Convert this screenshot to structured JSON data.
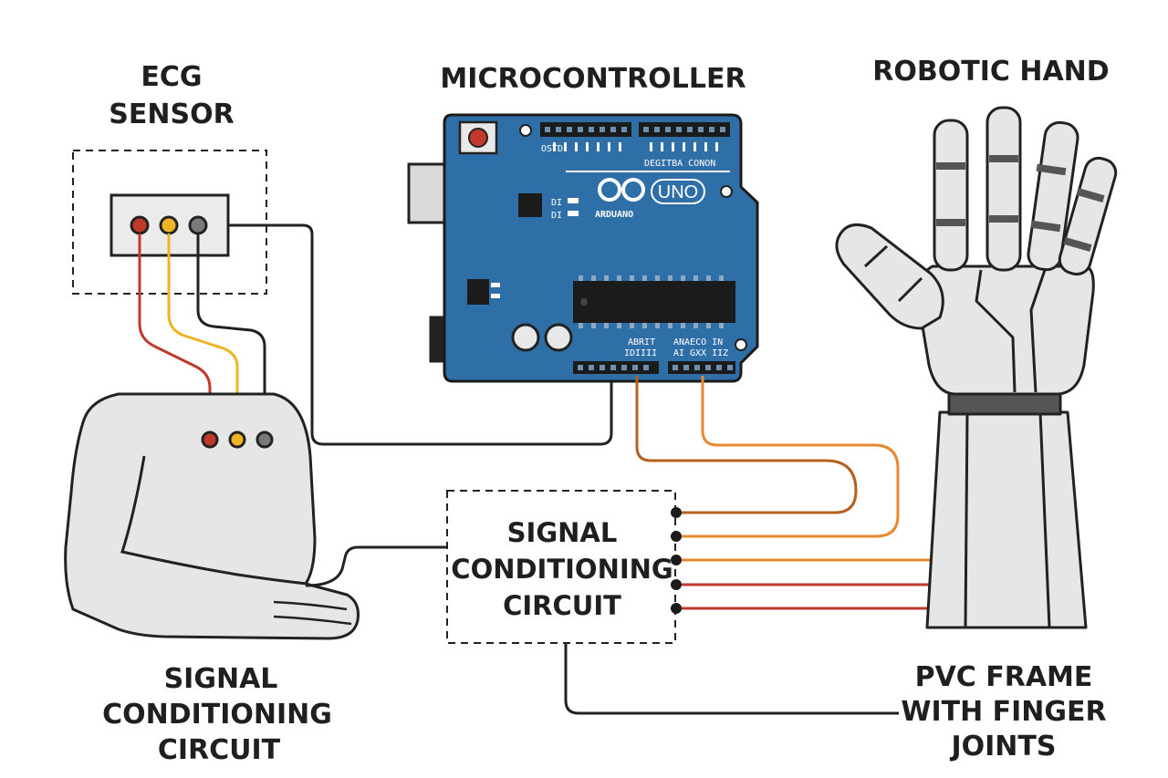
{
  "labels": {
    "ecg_sensor": [
      "ECG",
      "SENSOR"
    ],
    "microcontroller": "MICROCONTROLLER",
    "robotic_hand": "ROBOTIC HAND",
    "signal_box": [
      "SIGNAL",
      "CONDITIONING",
      "CIRCUIT"
    ],
    "signal_bottom": [
      "SIGNAL",
      "CONDITIONING",
      "CIRCUIT"
    ],
    "pvc_frame": [
      "PVC FRAME",
      "WITH FINGER",
      "JOINTS"
    ]
  },
  "board": {
    "logo": "ARDUANO",
    "model": "UNO",
    "digital_label": "DEGITBA CONON",
    "analog_label": "ANAECO IN",
    "analog_sub": "AI GXX IIZ",
    "power_label": "ABRIT",
    "power_sub": "IDIIII",
    "led_1": "DI",
    "led_2": "DI",
    "pin_tags": "OSTD"
  },
  "colors": {
    "board": "#2f6fa8",
    "board_edge": "#1b1b1b",
    "red": "#c0392b",
    "yellow": "#f0b323",
    "gray": "#7a7a7a",
    "orange": "#e8892f",
    "dark_orange": "#b5601e",
    "body": "#e6e6e6"
  }
}
